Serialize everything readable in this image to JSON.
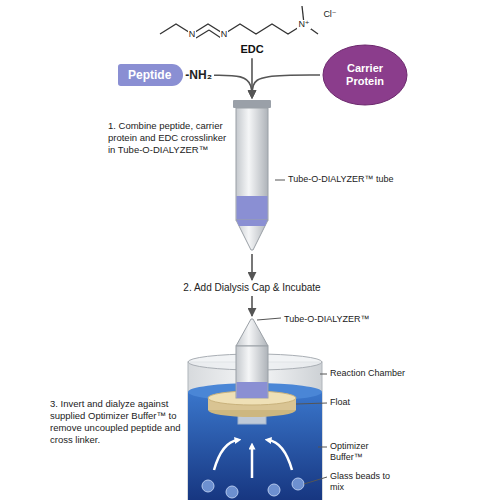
{
  "diagram": {
    "nodes": [
      {
        "text": [
          "EDC"
        ]
      },
      {
        "text": [
          "Peptide",
          "-NH₂"
        ]
      },
      {
        "text": [
          "Carrier Protein"
        ]
      },
      {
        "text": [
          "Tube-O-DIALYZER™ tube"
        ]
      },
      {
        "text": [
          "2. Add Dialysis Cap & Incubate"
        ]
      },
      {
        "text": [
          "Tube-O-DIALYZER™"
        ]
      }
    ],
    "edges": [
      {
        "from": 0,
        "to": 3,
        "arrow": "to"
      },
      {
        "from": 1,
        "to": 3,
        "arrow": "to"
      },
      {
        "from": 2,
        "to": 3,
        "arrow": "to"
      },
      {
        "from": 3,
        "to": 4,
        "arrow": "to"
      },
      {
        "from": 4,
        "to": 5,
        "arrow": "to"
      }
    ],
    "labels": [
      "N",
      "N",
      "N⁺",
      "Cl⁻",
      "1. Combine peptide, carrier protein and EDC crosslinker in Tube-O-DIALYZER™",
      "3. Invert and dialyze against supplied Optimizer Buffer™ to remove uncoupled peptide and cross linker.",
      "Reaction Chamber",
      "Float",
      "Optimizer Buffer™",
      "Glass beads to mix"
    ]
  }
}
